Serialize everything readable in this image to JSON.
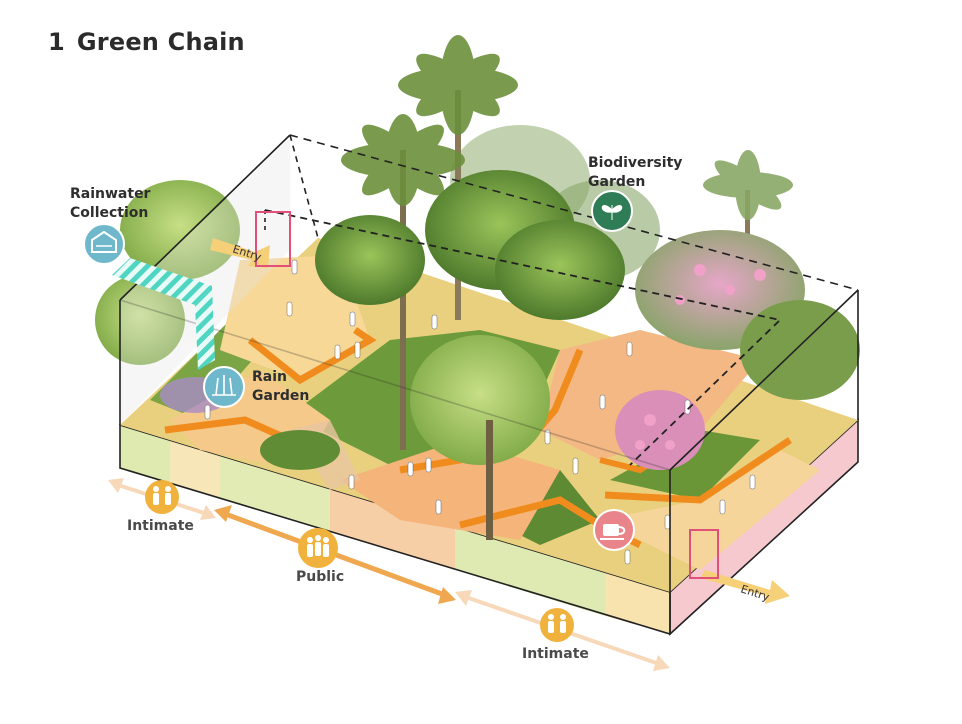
{
  "title": {
    "number": "1",
    "text": "Green Chain"
  },
  "labels": {
    "rainwater": [
      "Rainwater",
      "Collection"
    ],
    "rain_garden": [
      "Rain",
      "Garden"
    ],
    "biodiversity": [
      "Biodiversity",
      "Garden"
    ],
    "entry_top": "Entry",
    "entry_bottom": "Entry"
  },
  "scale": {
    "intimate_left": "Intimate",
    "public": "Public",
    "intimate_right": "Intimate"
  },
  "colors": {
    "rainwater_icon": "#6fb8cc",
    "rain_garden_icon": "#6fb8cc",
    "biodiversity_icon": "#2f7d57",
    "cafe_icon": "#e8848a",
    "people_icon": "#f0b23c",
    "public_arrow": "#f0a850",
    "intimate_arrow": "#f7d8b8",
    "path_orange": "#f08c1e",
    "plaza": "#f6c98a"
  },
  "icons": {
    "rainwater": "rainwater-collection-icon",
    "rain_garden": "rain-garden-icon",
    "biodiversity": "butterfly-icon",
    "cafe": "coffee-cup-icon",
    "people_small": "two-people-icon",
    "people_large": "crowd-icon"
  }
}
